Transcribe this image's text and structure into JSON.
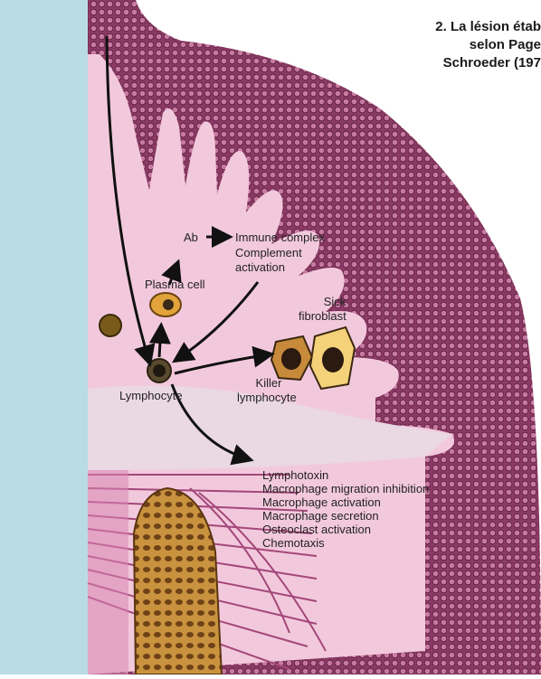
{
  "caption": {
    "line1": "2. La lésion étab",
    "line2": "selon Page",
    "line3": "Schroeder (197"
  },
  "labels": {
    "ab": "Ab",
    "immune_complex": "Immune complex",
    "complement_activation_1": "Complement",
    "complement_activation_2": "activation",
    "plasma_cell": "Plasma cell",
    "sick_fibroblast_1": "Sick",
    "sick_fibroblast_2": "fibroblast",
    "lymphocyte": "Lymphocyte",
    "killer_lymphocyte_1": "Killer",
    "killer_lymphocyte_2": "lymphocyte",
    "lymphokines": [
      "Lymphotoxin",
      "Macrophage migration inhibition",
      "Macrophage activation",
      "Macrophage secretion",
      "Osteoclast activation",
      "Chemotaxis"
    ]
  },
  "colors": {
    "background_left": "#b9dce4",
    "tissue_pink": "#f2c9dc",
    "epithelium_dark": "#7a2a55",
    "epithelium_cells": "#b05a86",
    "bone": "#c08a3a",
    "arrow": "#111111"
  }
}
